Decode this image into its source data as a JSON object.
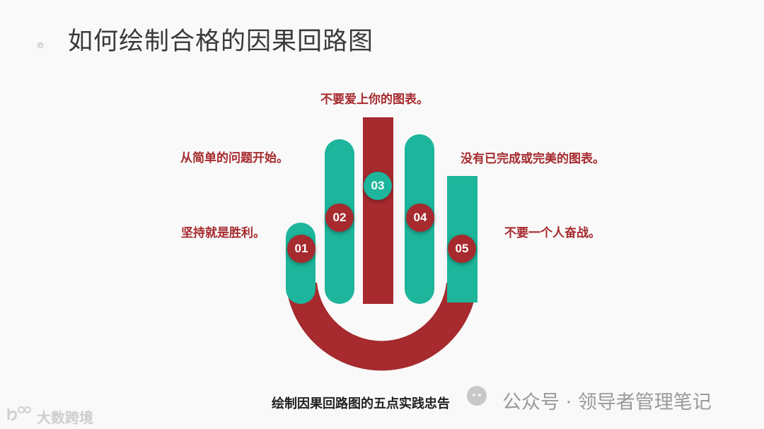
{
  "slide": {
    "title": "如何绘制合格的因果回路图",
    "caption": "绘制因果回路图的五点实践忠告"
  },
  "diagram": {
    "colors": {
      "red": "#a62a2e",
      "teal": "#1db59b",
      "background": "#f9f9f9"
    },
    "items": [
      {
        "number": "01",
        "text": "坚持就是胜利。",
        "bar_color": "teal",
        "badge_color": "red"
      },
      {
        "number": "02",
        "text": "从简单的问题开始。",
        "bar_color": "teal",
        "badge_color": "red"
      },
      {
        "number": "03",
        "text": "不要爱上你的图表。",
        "bar_color": "red",
        "badge_color": "teal"
      },
      {
        "number": "04",
        "text": "没有已完成或完美的图表。",
        "bar_color": "teal",
        "badge_color": "red"
      },
      {
        "number": "05",
        "text": "不要一个人奋战。",
        "bar_color": "teal",
        "badge_color": "red"
      }
    ]
  },
  "watermarks": {
    "wechat": "公众号 · 领导者管理笔记",
    "logo_text": "大数跨境"
  }
}
